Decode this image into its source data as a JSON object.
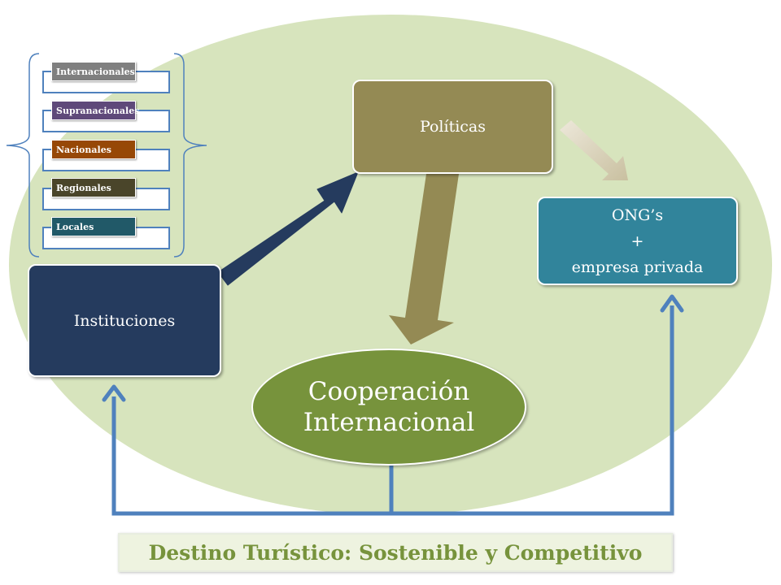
{
  "levels": [
    {
      "label": "Internacionales",
      "color": "#7f7f7f"
    },
    {
      "label": "Supranacionales",
      "color": "#5f497a"
    },
    {
      "label": "Nacionales",
      "color": "#974806"
    },
    {
      "label": "Regionales",
      "color": "#4a452a"
    },
    {
      "label": "Locales",
      "color": "#215968"
    }
  ],
  "nodes": {
    "politicas": "Políticas",
    "instituciones": "Instituciones",
    "ong_line1": "ONG’s",
    "ong_line2": "+",
    "ong_line3": "empresa privada",
    "cooperacion_line1": "Cooperación",
    "cooperacion_line2": "Internacional"
  },
  "footer": {
    "title": "Destino Turístico: Sostenible y Competitivo"
  },
  "colors": {
    "background_ellipse": "#d7e4bd",
    "politicas": "#948a54",
    "instituciones": "#253b5e",
    "ong": "#31849b",
    "cooperacion": "#77933c",
    "connector": "#4f81bd"
  }
}
